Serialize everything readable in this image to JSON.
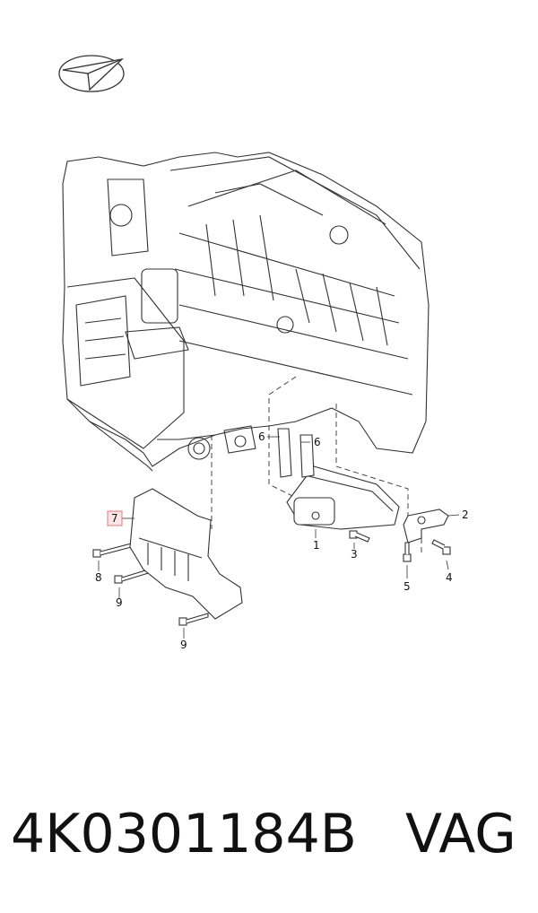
{
  "callouts": [
    {
      "id": "1",
      "label": "1"
    },
    {
      "id": "2",
      "label": "2"
    },
    {
      "id": "3",
      "label": "3"
    },
    {
      "id": "4",
      "label": "4"
    },
    {
      "id": "5",
      "label": "5"
    },
    {
      "id": "6a",
      "label": "6"
    },
    {
      "id": "6b",
      "label": "6"
    },
    {
      "id": "7",
      "label": "7"
    },
    {
      "id": "8",
      "label": "8"
    },
    {
      "id": "9a",
      "label": "9"
    },
    {
      "id": "9b",
      "label": "9"
    }
  ],
  "footer": {
    "part_number": "4K0301184B",
    "brand": "VAG"
  },
  "colors": {
    "line": "#333333",
    "highlight_box": "#e8747c",
    "highlight_fill": "#fde6e8"
  }
}
